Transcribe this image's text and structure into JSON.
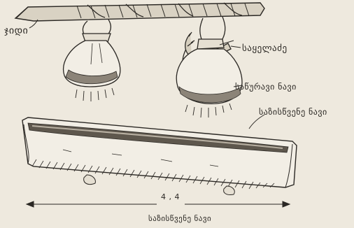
{
  "labels": {
    "stick": "ჯიდი",
    "hook": "საყელაძე",
    "bag": "საწურავი ნავი",
    "trough": "საზისწვენე ნავი",
    "dimension": "4 , 4",
    "caption": "საზისწვენე ნავი"
  }
}
